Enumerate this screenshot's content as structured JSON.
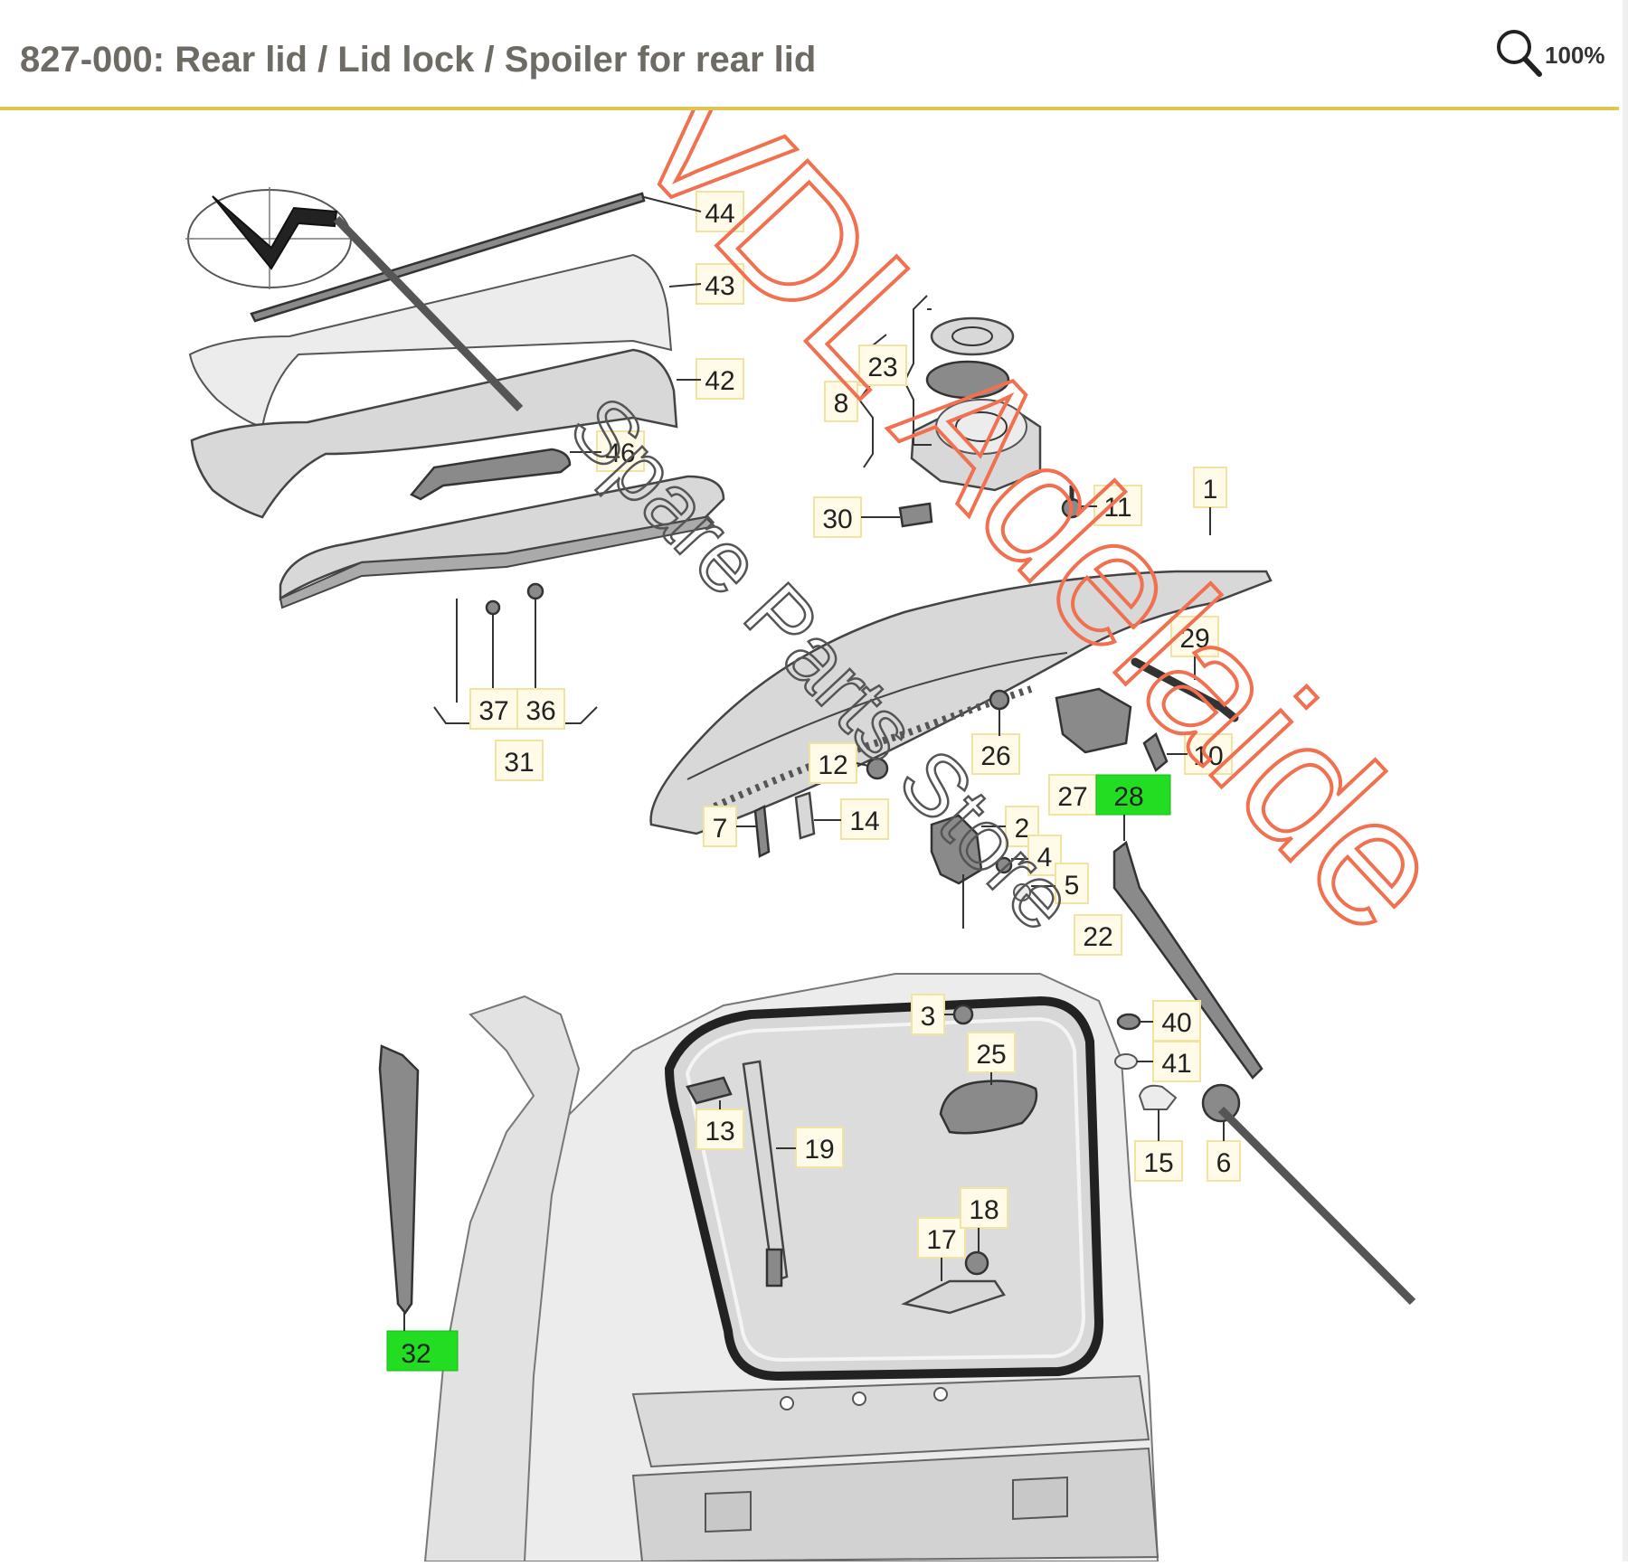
{
  "header": {
    "title": "827-000: Rear lid / Lid lock / Spoiler for rear lid",
    "zoom_label": "100%"
  },
  "watermark": {
    "brand": "VDL Adelaide",
    "store": "Spare Parts Store",
    "color": "#f07050"
  },
  "colors": {
    "highlight": "#22dd22",
    "callout_background": "#fffbe8",
    "header_rule": "#e0c650"
  },
  "callouts": {
    "c44": "44",
    "c43": "43",
    "c42": "42",
    "c46": "46",
    "c23": "23",
    "c8": "8",
    "c11": "11",
    "c30": "30",
    "c1": "1",
    "c29": "29",
    "c37": "37",
    "c36": "36",
    "c31": "31",
    "c12": "12",
    "c26": "26",
    "c10": "10",
    "c27": "27",
    "c28": "28",
    "c7": "7",
    "c14": "14",
    "c2": "2",
    "c4": "4",
    "c5": "5",
    "c22": "22",
    "c3": "3",
    "c40": "40",
    "c41": "41",
    "c25": "25",
    "c13": "13",
    "c19": "19",
    "c15": "15",
    "c6": "6",
    "c17": "17",
    "c18": "18",
    "c32": "32"
  }
}
